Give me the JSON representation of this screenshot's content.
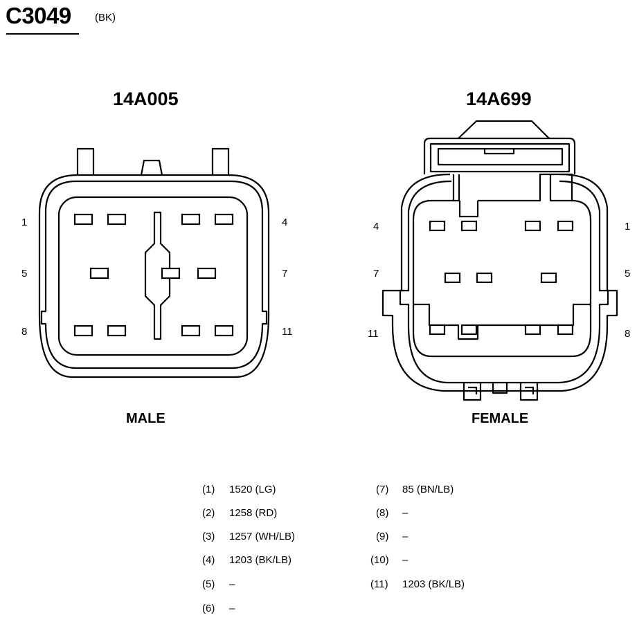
{
  "connector": {
    "id": "C3049",
    "color": "(BK)"
  },
  "male": {
    "part_number": "14A005",
    "label": "MALE",
    "pins": {
      "p1": "1",
      "p4": "4",
      "p5": "5",
      "p7": "7",
      "p8": "8",
      "p11": "11"
    }
  },
  "female": {
    "part_number": "14A699",
    "label": "FEMALE",
    "pins": {
      "p4": "4",
      "p1": "1",
      "p7": "7",
      "p5": "5",
      "p11": "11",
      "p8": "8"
    }
  },
  "circuits": [
    {
      "pin": "(1)",
      "circuit": "1520 (LG)"
    },
    {
      "pin": "(2)",
      "circuit": "1258 (RD)"
    },
    {
      "pin": "(3)",
      "circuit": "1257 (WH/LB)"
    },
    {
      "pin": "(4)",
      "circuit": "1203 (BK/LB)"
    },
    {
      "pin": "(5)",
      "circuit": "–"
    },
    {
      "pin": "(6)",
      "circuit": "–"
    },
    {
      "pin": "(7)",
      "circuit": "85 (BN/LB)"
    },
    {
      "pin": "(8)",
      "circuit": "–"
    },
    {
      "pin": "(9)",
      "circuit": "–"
    },
    {
      "pin": "(10)",
      "circuit": "–"
    },
    {
      "pin": "(11)",
      "circuit": "1203 (BK/LB)"
    }
  ]
}
